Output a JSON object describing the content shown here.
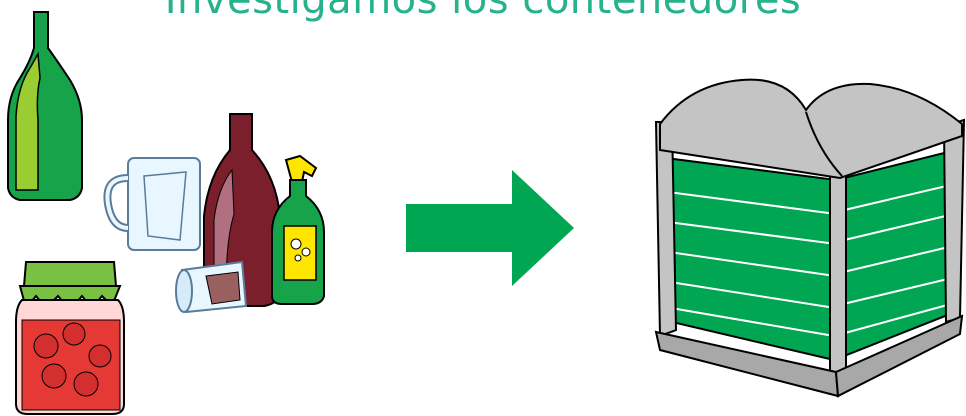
{
  "title": "Investigamos los contenedores",
  "colors": {
    "title": "#26b38c",
    "arrow": "#00a651",
    "container_green": "#00a651",
    "container_gray": "#c4c4c4",
    "bottle_green": "#16a34a",
    "bottle_wine": "#7a1f2b",
    "jar_red": "#e53935",
    "jar_lid": "#7ac143"
  },
  "illustration": {
    "items": [
      "green-bottle",
      "glass-mug",
      "wine-bottle",
      "spray-bottle",
      "glass-cup",
      "jam-jar"
    ],
    "arrow_direction": "right",
    "target": "green-glass-recycling-container"
  }
}
